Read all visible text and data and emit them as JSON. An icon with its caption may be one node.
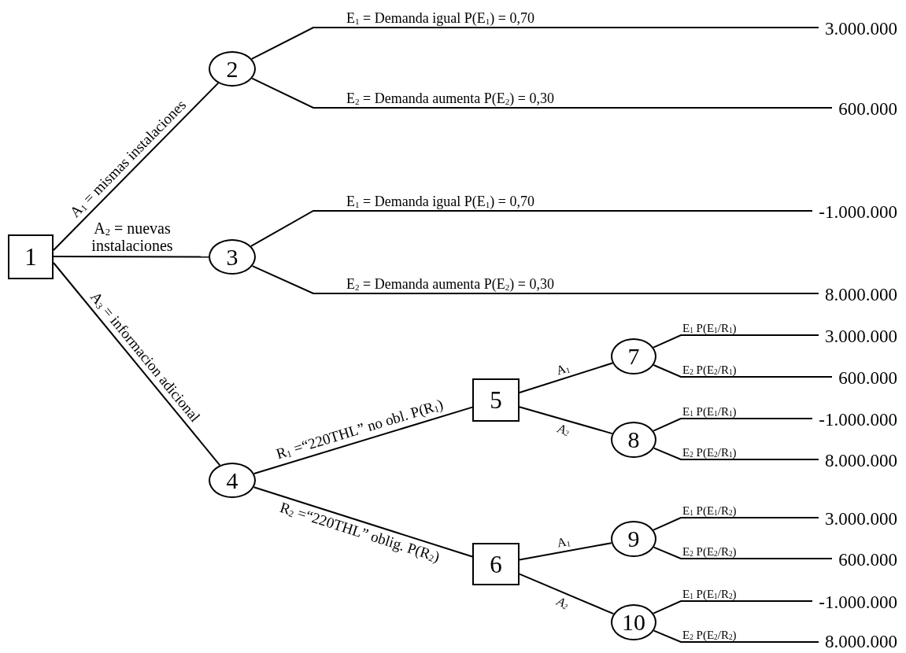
{
  "diagram": {
    "nodes": [
      {
        "text": [
          "1"
        ]
      },
      {
        "text": [
          "2"
        ]
      },
      {
        "text": [
          "3"
        ]
      },
      {
        "text": [
          "4"
        ]
      },
      {
        "text": [
          "5"
        ]
      },
      {
        "text": [
          "6"
        ]
      },
      {
        "text": [
          "7"
        ]
      },
      {
        "text": [
          "8"
        ]
      },
      {
        "text": [
          "9"
        ]
      },
      {
        "text": [
          "10"
        ]
      },
      {
        "text": [
          "3.000.000"
        ]
      },
      {
        "text": [
          "600.000"
        ]
      },
      {
        "text": [
          "-1.000.000"
        ]
      },
      {
        "text": [
          "8.000.000"
        ]
      },
      {
        "text": [
          "3.000.000"
        ]
      },
      {
        "text": [
          "600.000"
        ]
      },
      {
        "text": [
          "-1.000.000"
        ]
      },
      {
        "text": [
          "8.000.000"
        ]
      },
      {
        "text": [
          "3.000.000"
        ]
      },
      {
        "text": [
          "600.000"
        ]
      },
      {
        "text": [
          "-1.000.000"
        ]
      },
      {
        "text": [
          "8.000.000"
        ]
      }
    ],
    "edges": [
      {
        "from": 0,
        "to": 1,
        "arrow": "none",
        "label": "A$_{1}$ = mismas instalaciones"
      },
      {
        "from": 0,
        "to": 2,
        "arrow": "none",
        "label": "A$_{2}$ = nuevas instalaciones"
      },
      {
        "from": 0,
        "to": 3,
        "arrow": "none",
        "label": "A$_{3}$ = informacion adicional"
      },
      {
        "from": 1,
        "to": 10,
        "arrow": "none",
        "label": "E$_{1}$ = Demanda igual P(E$_{1}$) = 0,70"
      },
      {
        "from": 1,
        "to": 11,
        "arrow": "none",
        "label": "E$_{2}$ = Demanda aumenta P(E$_{2}$) = 0,30"
      },
      {
        "from": 2,
        "to": 12,
        "arrow": "none",
        "label": "E$_{1}$ = Demanda igual P(E$_{1}$) = 0,70"
      },
      {
        "from": 2,
        "to": 13,
        "arrow": "none",
        "label": "E$_{2}$ = Demanda aumenta P(E$_{2}$) = 0,30"
      },
      {
        "from": 3,
        "to": 4,
        "arrow": "none",
        "label": "R$_{1}$ =“220THL” no obl. P(R$_{1}$)"
      },
      {
        "from": 3,
        "to": 5,
        "arrow": "none",
        "label": "R$_{2}$ =“220THL” oblig. P(R$_{2}$)"
      },
      {
        "from": 4,
        "to": 6,
        "arrow": "none",
        "label": "A$_{1}$"
      },
      {
        "from": 4,
        "to": 7,
        "arrow": "none",
        "label": "A$_{2}$"
      },
      {
        "from": 5,
        "to": 8,
        "arrow": "none",
        "label": "A$_{1}$"
      },
      {
        "from": 5,
        "to": 9,
        "arrow": "none",
        "label": "A$_{2}$"
      },
      {
        "from": 6,
        "to": 14,
        "arrow": "none",
        "label": "E$_{1}$ P(E$_{1}$/R$_{1}$)"
      },
      {
        "from": 6,
        "to": 15,
        "arrow": "none",
        "label": "E$_{2}$ P(E$_{2}$/R$_{1}$)"
      },
      {
        "from": 7,
        "to": 16,
        "arrow": "none",
        "label": "E$_{1}$ P(E$_{1}$/R$_{1}$)"
      },
      {
        "from": 7,
        "to": 17,
        "arrow": "none",
        "label": "E$_{2}$ P(E$_{2}$/R$_{1}$)"
      },
      {
        "from": 8,
        "to": 18,
        "arrow": "none",
        "label": "E$_{1}$ P(E$_{1}$/R$_{2}$)"
      },
      {
        "from": 8,
        "to": 19,
        "arrow": "none",
        "label": "E$_{2}$ P(E$_{2}$/R$_{2}$)"
      },
      {
        "from": 9,
        "to": 20,
        "arrow": "none",
        "label": "E$_{1}$ P(E$_{1}$/R$_{2}$)"
      },
      {
        "from": 9,
        "to": 21,
        "arrow": "none",
        "label": "E$_{2}$ P(E$_{2}$/R$_{2}$)"
      }
    ]
  }
}
